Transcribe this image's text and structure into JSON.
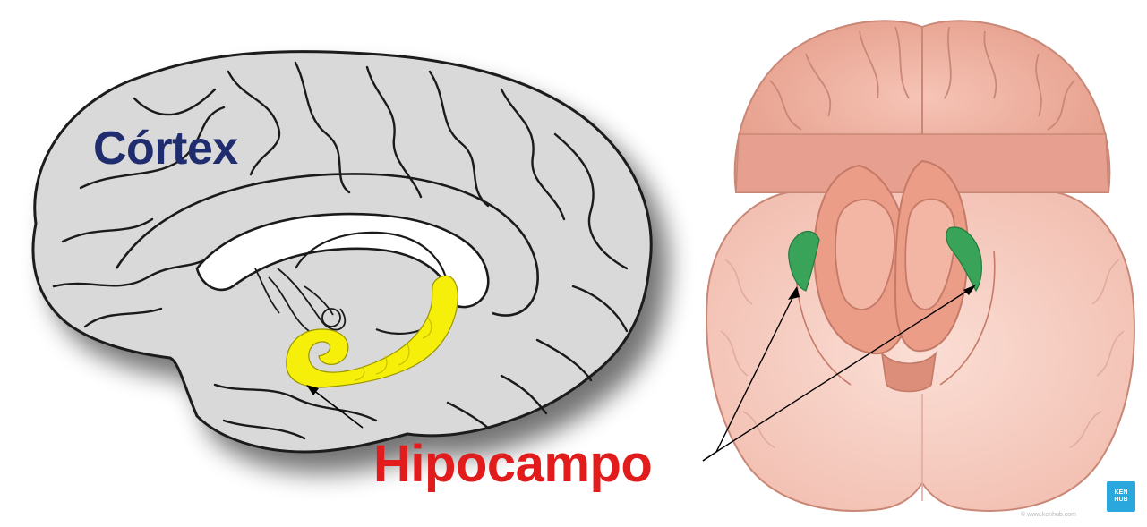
{
  "labels": {
    "cortex": "Córtex",
    "hippocampus": "Hipocampo"
  },
  "watermark": {
    "badge_line1": "KEN",
    "badge_line2": "HUB",
    "credit": "© www.kenhub.com"
  },
  "colors": {
    "cortex_label": "#1f2c6e",
    "hippocampus_label": "#e21c1c",
    "hippocampus_highlight_left": "#f5ef0a",
    "hippocampus_highlight_right": "#3aa35a",
    "brain_left_fill": "#d9d9d9",
    "brain_right_fill": "#efb3a3",
    "badge": "#2aa7dd"
  },
  "icons": {
    "left_figure": "medial-brain-illustration",
    "right_figure": "inferior-brain-dissection-illustration",
    "badge": "kenhub-logo"
  }
}
